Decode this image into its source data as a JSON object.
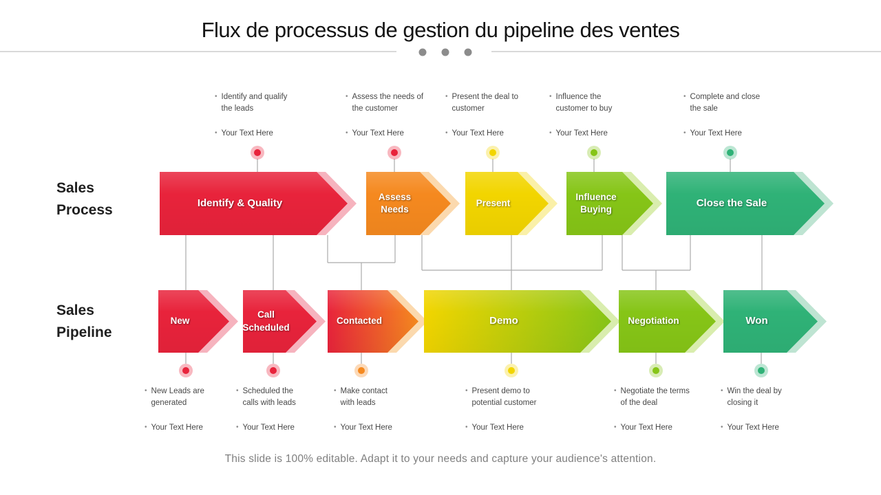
{
  "title": "Flux de processus de gestion du pipeline des ventes",
  "placeholder": "Your Text Here",
  "footer": "This slide is 100% editable. Adapt it to your needs and capture your audience's attention.",
  "colors": {
    "red": "#E8233B",
    "orange": "#F5891F",
    "yellow": "#F2D500",
    "lime": "#86C517",
    "teal": "#2FB277",
    "connector_gray": "#ABABAB",
    "rule_gray": "#D9D9D9",
    "title_dot_gray": "#8C8C8C"
  },
  "rows": {
    "process": {
      "label": "Sales Process",
      "stages": [
        {
          "label": "Identify & Quality",
          "note": "Identify and qualify\nthe leads",
          "color1": "#E8233B",
          "color2": "#E8233B",
          "echo": "#F6B3BE",
          "dot": "#E8233B"
        },
        {
          "label": "Assess\nNeeds",
          "note": "Assess the needs of\nthe customer",
          "color1": "#F5891F",
          "color2": "#F5891F",
          "echo": "#FBD9AE",
          "dot": "#E8233B"
        },
        {
          "label": "Present",
          "note": "Present the deal to\ncustomer",
          "color1": "#F2D500",
          "color2": "#F2D500",
          "echo": "#FAF0A8",
          "dot": "#F2D500"
        },
        {
          "label": "Influence\nBuying",
          "note": "Influence the\ncustomer to buy",
          "color1": "#86C517",
          "color2": "#86C517",
          "echo": "#D9EDAE",
          "dot": "#86C517"
        },
        {
          "label": "Close the Sale",
          "note": "Complete and close\nthe sale",
          "color1": "#2FB277",
          "color2": "#2FB277",
          "echo": "#BEE4D2",
          "dot": "#2FB277"
        }
      ]
    },
    "pipeline": {
      "label": "Sales Pipeline",
      "stages": [
        {
          "label": "New",
          "note": "New Leads are\ngenerated",
          "color1": "#E8233B",
          "color2": "#E8233B",
          "echo": "#F6B3BE",
          "dot": "#E8233B"
        },
        {
          "label": "Call\nScheduled",
          "note": "Scheduled the\ncalls with leads",
          "color1": "#E8233B",
          "color2": "#E8233B",
          "echo": "#F6B3BE",
          "dot": "#E8233B"
        },
        {
          "label": "Contacted",
          "note": "Make contact\nwith leads",
          "color1": "#E8233B",
          "color2": "#F5891F",
          "echo": "#FBD9AE",
          "dot": "#F5891F"
        },
        {
          "label": "Demo",
          "note": "Present demo to\npotential customer",
          "color1": "#F2D500",
          "color2": "#86C517",
          "echo": "#D9EDAE",
          "dot": "#F2D500"
        },
        {
          "label": "Negotiation",
          "note": "Negotiate the terms\nof the deal",
          "color1": "#86C517",
          "color2": "#86C517",
          "echo": "#D9EDAE",
          "dot": "#86C517"
        },
        {
          "label": "Won",
          "note": "Win the deal by\nclosing it",
          "color1": "#2FB277",
          "color2": "#2FB277",
          "echo": "#BEE4D2",
          "dot": "#2FB277"
        }
      ]
    }
  }
}
